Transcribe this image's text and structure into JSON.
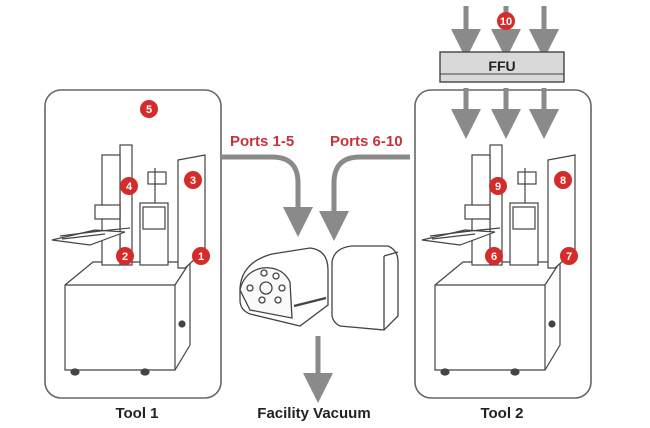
{
  "colors": {
    "arrow_gray": "#8a8a8a",
    "port_red": "#c8323c",
    "marker_red": "#d42b2b",
    "outline": "#444444",
    "panel_border": "#666666"
  },
  "ports_left_label": "Ports 1-5",
  "ports_right_label": "Ports 6-10",
  "ffu_label": "FFU",
  "tool1_label": "Tool 1",
  "tool2_label": "Tool 2",
  "facility_label": "Facility Vacuum",
  "markers": [
    "1",
    "2",
    "3",
    "4",
    "5",
    "6",
    "7",
    "8",
    "9",
    "10"
  ]
}
